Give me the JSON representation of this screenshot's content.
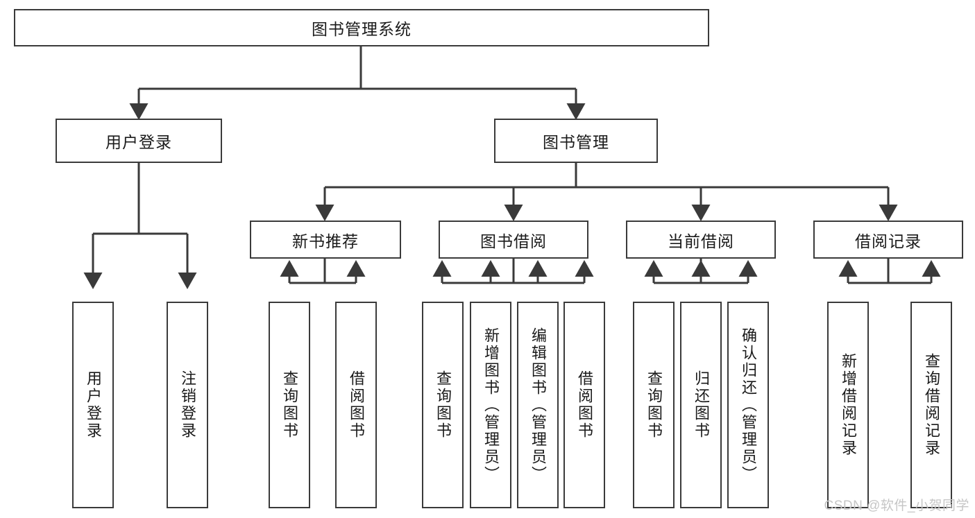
{
  "diagram": {
    "title": "图书管理系统",
    "type": "hierarchy-tree",
    "root": {
      "label": "图书管理系统"
    },
    "level1": [
      {
        "label": "用户登录"
      },
      {
        "label": "图书管理"
      }
    ],
    "level2": [
      {
        "label": "新书推荐",
        "parent": "图书管理"
      },
      {
        "label": "图书借阅",
        "parent": "图书管理"
      },
      {
        "label": "当前借阅",
        "parent": "图书管理"
      },
      {
        "label": "借阅记录",
        "parent": "图书管理"
      }
    ],
    "leaves": {
      "user_login": [
        {
          "label": "用户登录"
        },
        {
          "label": "注销登录"
        }
      ],
      "new_book_recommend": [
        {
          "label": "查询图书"
        },
        {
          "label": "借阅图书"
        }
      ],
      "book_borrow": [
        {
          "label": "查询图书"
        },
        {
          "label": "新增图书（管理员）"
        },
        {
          "label": "编辑图书（管理员）"
        },
        {
          "label": "借阅图书"
        }
      ],
      "current_borrow": [
        {
          "label": "查询图书"
        },
        {
          "label": "归还图书"
        },
        {
          "label": "确认归还（管理员）"
        }
      ],
      "borrow_record": [
        {
          "label": "新增借阅记录"
        },
        {
          "label": "查询借阅记录"
        }
      ]
    }
  },
  "watermark": {
    "text": "CSDN @软件_小贺同学"
  },
  "colors": {
    "stroke": "#3a3a3a",
    "background": "#ffffff",
    "text": "#1a1a1a",
    "watermark": "#c6c6c6"
  }
}
